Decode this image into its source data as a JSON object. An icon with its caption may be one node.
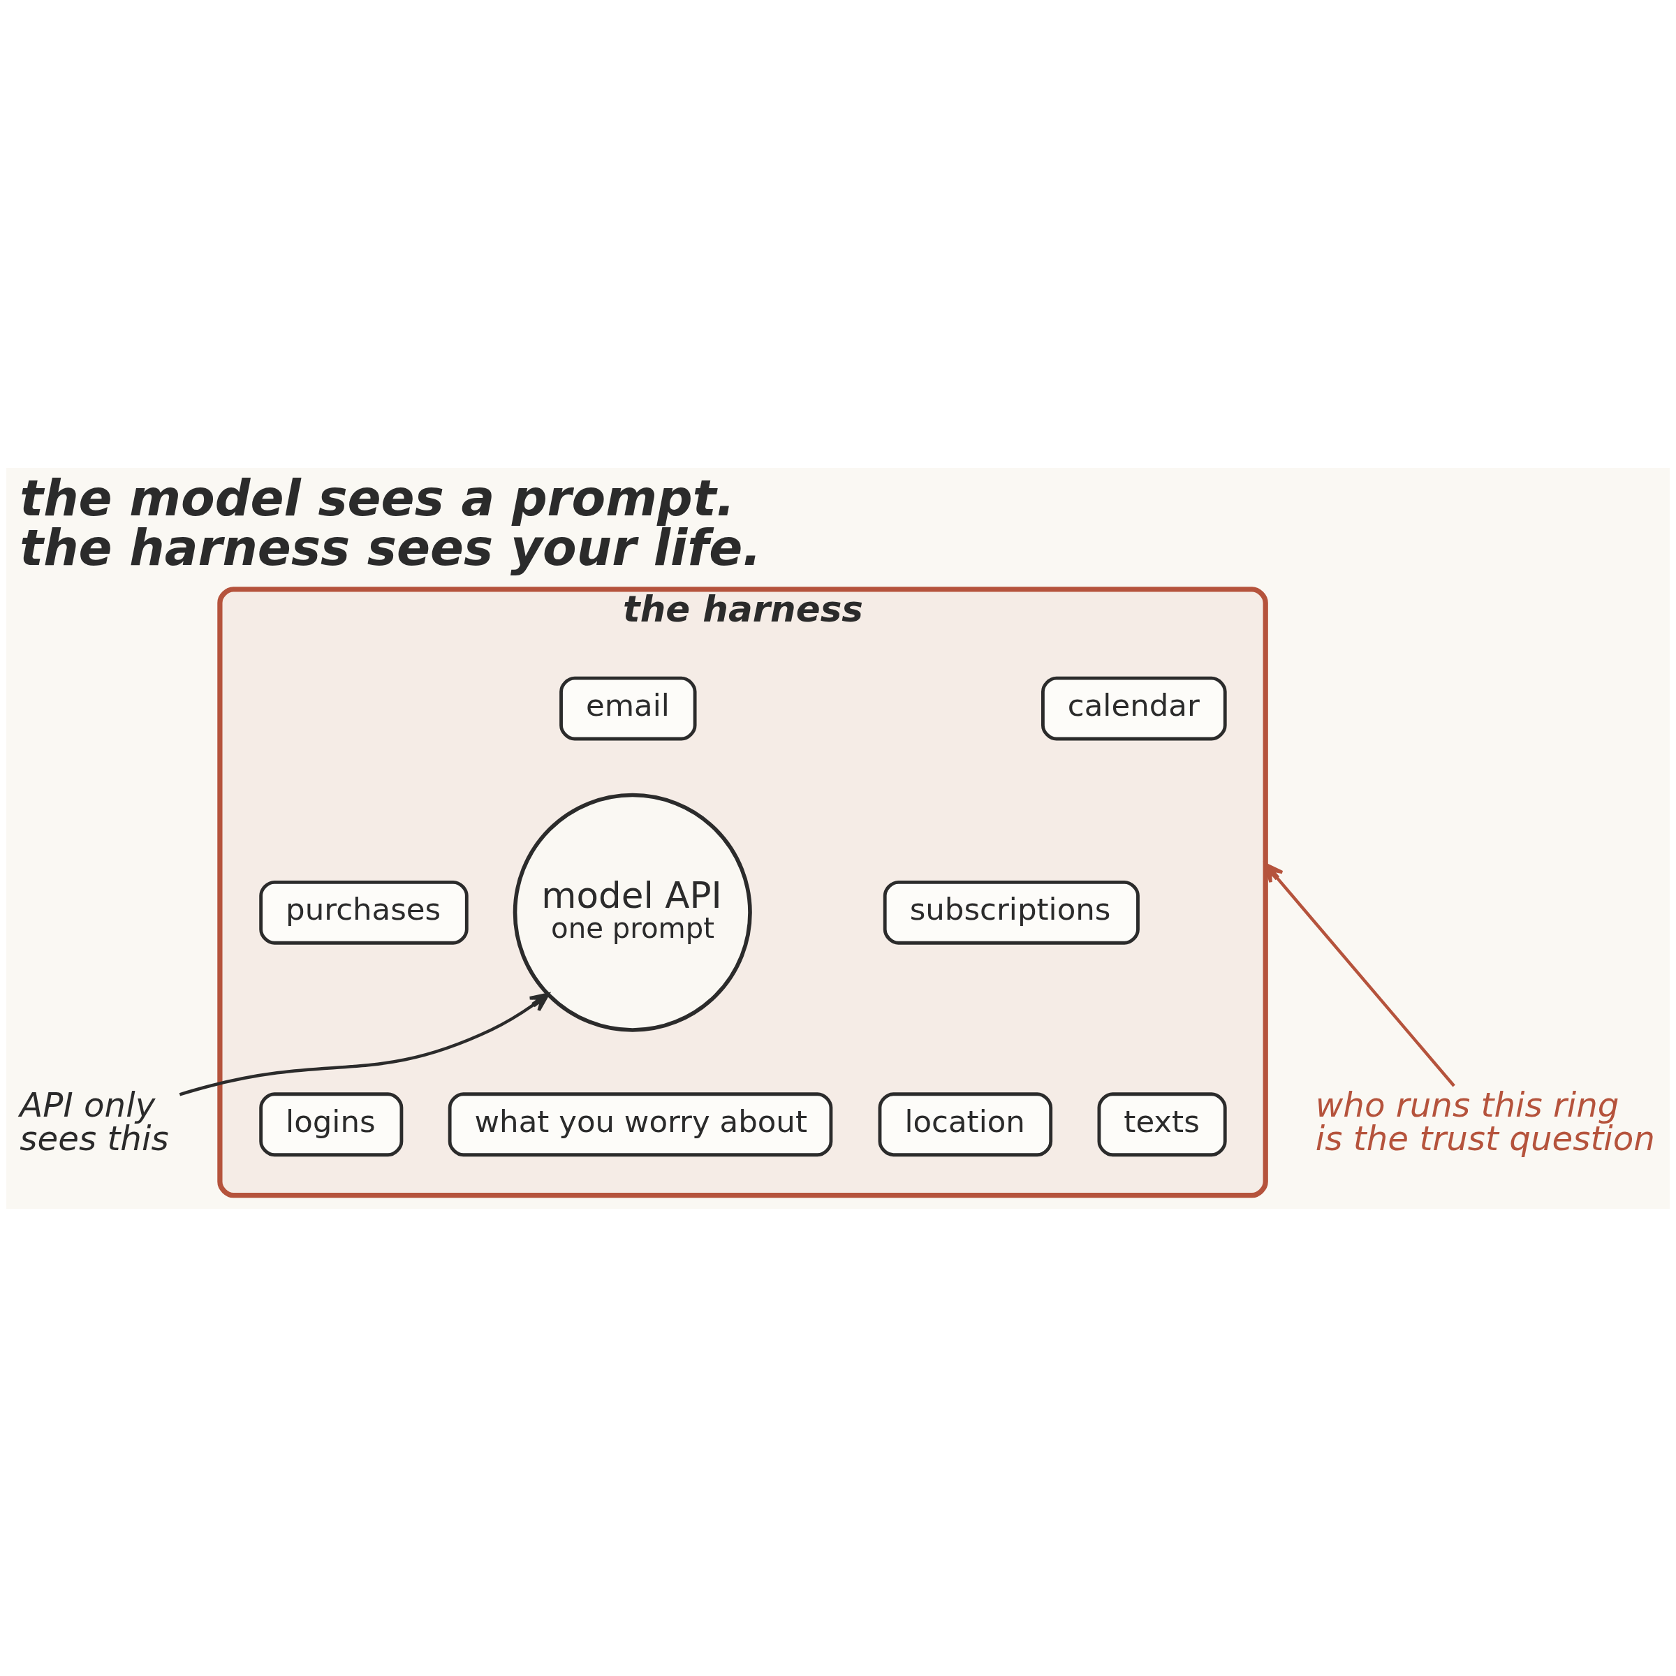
{
  "diagram": {
    "title": "the model sees a prompt. the harness sees your life.",
    "nodes": [
      {
        "text": [
          "who runs this ring is the trust question"
        ]
      },
      {
        "text": [
          "the harness"
        ]
      },
      {
        "text": [
          "email"
        ],
        "in": 1
      },
      {
        "text": [
          "calendar"
        ],
        "in": 1
      },
      {
        "text": [
          "purchases"
        ],
        "in": 1
      },
      {
        "text": [
          "subscriptions"
        ],
        "in": 1
      },
      {
        "text": [
          "model API",
          "one prompt"
        ],
        "in": 1
      },
      {
        "text": [
          "logins"
        ],
        "in": 1
      },
      {
        "text": [
          "texts"
        ],
        "in": 1
      },
      {
        "text": [
          "location"
        ],
        "in": 1
      },
      {
        "text": [
          "what you worry about"
        ],
        "in": 1
      },
      {
        "text": [
          "API only sees this"
        ]
      }
    ],
    "edges": [
      {
        "from": 0,
        "to": 1,
        "arrow": "to",
        "color": "#b5533c"
      },
      {
        "from": 11,
        "to": 6,
        "arrow": "to",
        "color": "#2b2b2b"
      }
    ]
  }
}
